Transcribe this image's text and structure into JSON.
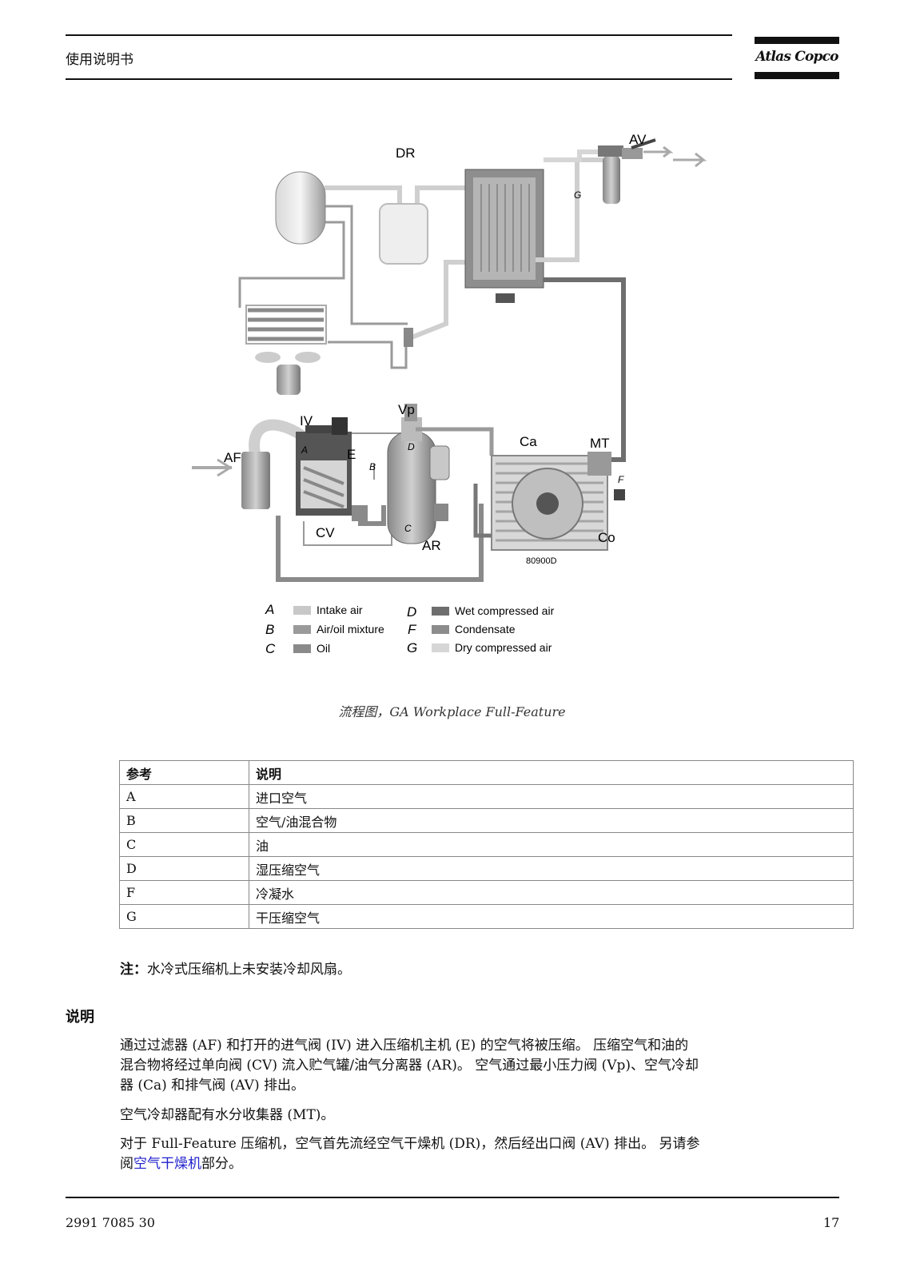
{
  "header": {
    "title": "使用说明书",
    "logo_text": "Atlas Copco"
  },
  "diagram": {
    "labels": {
      "dr": "DR",
      "av": "AV",
      "g": "G",
      "iv": "IV",
      "vp": "Vp",
      "af": "AF",
      "e": "E",
      "a": "A",
      "b": "B",
      "d": "D",
      "c": "C",
      "cv": "CV",
      "ar": "AR",
      "ca": "Ca",
      "mt": "MT",
      "f": "F",
      "co": "Co",
      "code": "80900D"
    },
    "legend": [
      {
        "letter": "A",
        "text": "Intake air",
        "color": "#c8c8c8"
      },
      {
        "letter": "B",
        "text": "Air/oil mixture",
        "color": "#9a9a9a"
      },
      {
        "letter": "C",
        "text": "Oil",
        "color": "#8a8a8a"
      },
      {
        "letter": "D",
        "text": "Wet compressed air",
        "color": "#6e6e6e"
      },
      {
        "letter": "F",
        "text": "Condensate",
        "color": "#8c8c8c"
      },
      {
        "letter": "G",
        "text": "Dry compressed air",
        "color": "#d6d6d6"
      }
    ],
    "caption": "流程图，GA Workplace Full-Feature"
  },
  "table": {
    "headers": [
      "参考",
      "说明"
    ],
    "rows": [
      [
        "A",
        "进口空气"
      ],
      [
        "B",
        "空气/油混合物"
      ],
      [
        "C",
        "油"
      ],
      [
        "D",
        "湿压缩空气"
      ],
      [
        "F",
        "冷凝水"
      ],
      [
        "G",
        "干压缩空气"
      ]
    ]
  },
  "note": {
    "label": "注：",
    "text": "水冷式压缩机上未安装冷却风扇。"
  },
  "section": {
    "title": "说明",
    "p1_line1": "通过过滤器 (AF) 和打开的进气阀 (IV) 进入压缩机主机 (E) 的空气将被压缩。 压缩空气和油的",
    "p1_line2": "混合物将经过单向阀 (CV) 流入贮气罐/油气分离器 (AR)。 空气通过最小压力阀 (Vp)、空气冷却",
    "p1_line3": "器 (Ca) 和排气阀 (AV) 排出。",
    "p2": "空气冷却器配有水分收集器 (MT)。",
    "p3_line1": "对于 Full-Feature 压缩机，空气首先流经空气干燥机 (DR)，然后经出口阀 (AV) 排出。 另请参",
    "p3_line2_pre": "阅",
    "p3_link": "空气干燥机",
    "p3_line2_post": "部分。"
  },
  "footer": {
    "doc_number": "2991 7085 30",
    "page_number": "17"
  }
}
